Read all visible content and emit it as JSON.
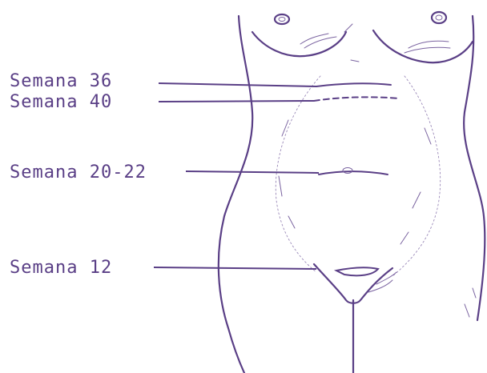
{
  "diagram": {
    "labels": {
      "week36": "Semana 36",
      "week40": "Semana 40",
      "week20_22": "Semana 20-22",
      "week12": "Semana 12"
    },
    "colors": {
      "ink": "#5a3f86",
      "background": "#ffffff"
    }
  }
}
